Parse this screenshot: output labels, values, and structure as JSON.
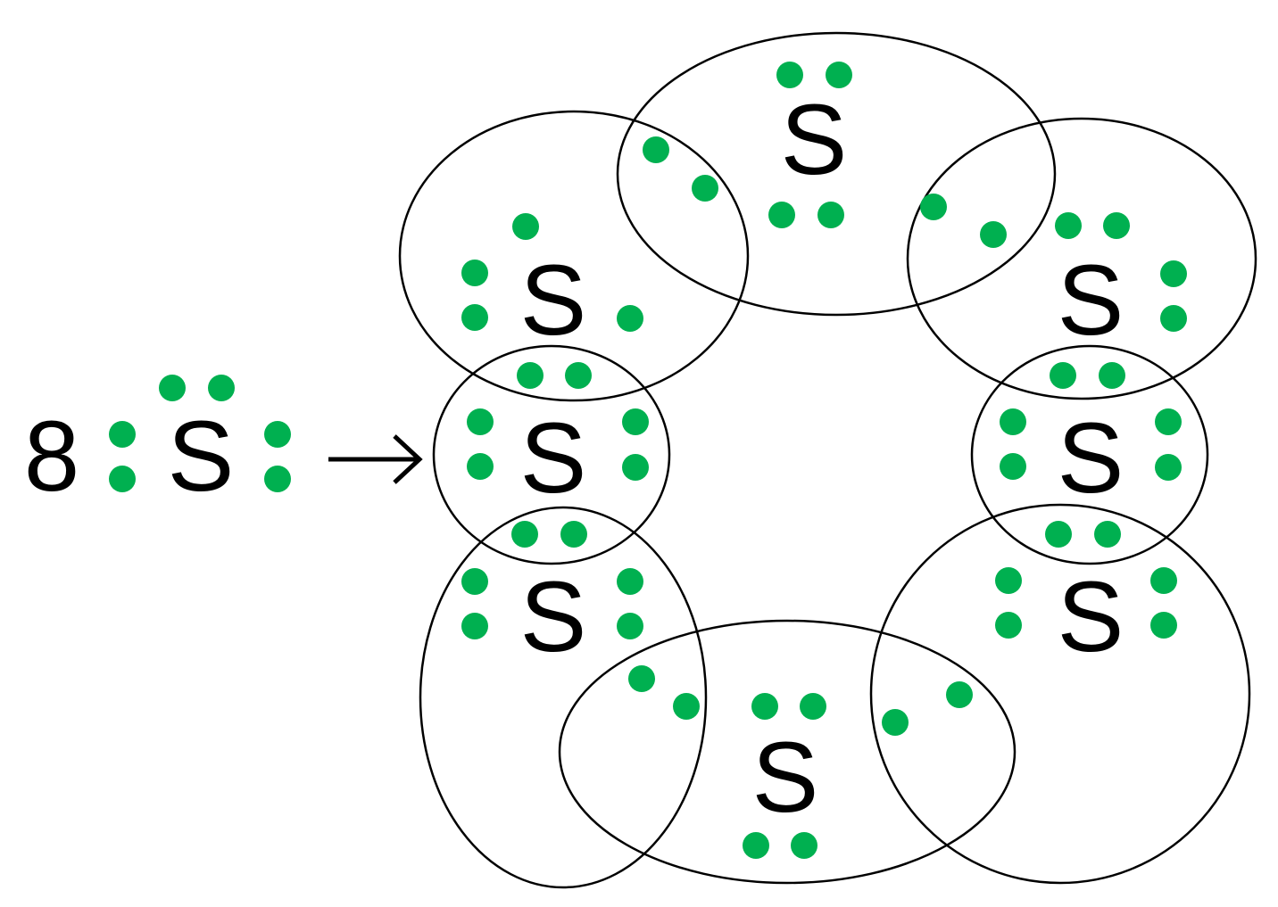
{
  "reactant": {
    "coefficient": "8",
    "symbol": "S"
  },
  "product": {
    "atoms": [
      "S",
      "S",
      "S",
      "S",
      "S",
      "S",
      "S",
      "S"
    ]
  },
  "colors": {
    "electron": "#00b050",
    "line": "#000000"
  }
}
